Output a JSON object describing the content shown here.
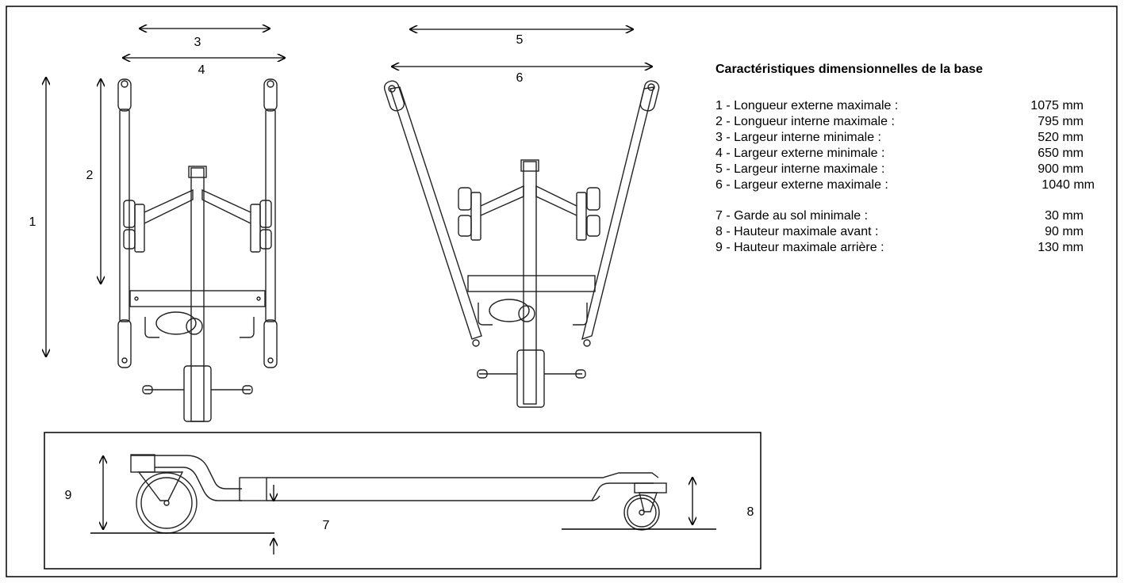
{
  "title": "Caractéristiques dimensionnelles de la base",
  "specs": [
    {
      "label": "1 - Longueur externe maximale :",
      "value": "1075 mm"
    },
    {
      "label": "2 - Longueur interne maximale :",
      "value": "795 mm"
    },
    {
      "label": "3 - Largeur interne minimale :",
      "value": "520 mm"
    },
    {
      "label": "4 - Largeur externe minimale :",
      "value": "650 mm"
    },
    {
      "label": "5 - Largeur interne maximale :",
      "value": "900 mm"
    },
    {
      "label": "6 - Largeur externe maximale :",
      "value": "1040 mm"
    },
    {
      "label": "7 - Garde au sol minimale :",
      "value": "30 mm"
    },
    {
      "label": "8 - Hauteur maximale avant :",
      "value": "90 mm"
    },
    {
      "label": "9 - Hauteur maximale arrière :",
      "value": "130 mm"
    }
  ],
  "callouts": {
    "n1": "1",
    "n2": "2",
    "n3": "3",
    "n4": "4",
    "n5": "5",
    "n6": "6",
    "n7": "7",
    "n8": "8",
    "n9": "9"
  }
}
